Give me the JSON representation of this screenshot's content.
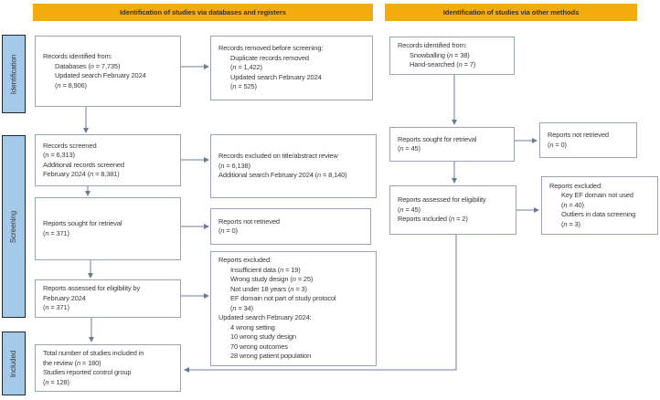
{
  "headers": {
    "databases": "Identification of studies via databases and registers",
    "other": "Identification of studies via other methods"
  },
  "stages": {
    "identification": "Identification",
    "screening": "Screening",
    "included": "Included"
  },
  "colors": {
    "header_bg": "#F5AB0E",
    "stage_fill": "#A5C9E9",
    "stage_border": "#23272E",
    "box_border": "#99A3B3",
    "arrow": "#6F7B93",
    "text": "#3A3A3A"
  },
  "boxes": {
    "records_identified_db": {
      "lines": [
        "Records identified from:",
        "Databases (n = 7,735)",
        "Updated search February 2024",
        "(n = 8,906)"
      ]
    },
    "records_removed": {
      "lines": [
        "Records removed before screening:",
        "Duplicate records removed",
        "(n = 1,422)",
        "Updated search February 2024",
        "(n = 525)"
      ]
    },
    "records_screened": {
      "lines": [
        "Records screened",
        "(n = 6,313)",
        "Additional records screened",
        "February 2024 (n = 8,381)"
      ]
    },
    "records_excluded_title_abstract": {
      "lines": [
        "Records excluded on title/abstract review",
        "(n = 6,138)",
        "Additional search February 2024 (n = 8,140)"
      ]
    },
    "reports_sought_db": {
      "lines": [
        "Reports sought for retrieval",
        "(n = 371)"
      ]
    },
    "reports_not_retrieved_db": {
      "lines": [
        "Reports not retrieved",
        "(n = 0)"
      ]
    },
    "reports_assessed_db": {
      "lines": [
        "Reports assessed for eligibility by",
        "February 2024",
        "(n = 371)"
      ]
    },
    "reports_excluded_db": {
      "lines": [
        "Reports excluded:",
        "Insufficient data (n = 19)",
        "Wrong study design (n = 25)",
        "Not under 18 years (n = 3)",
        "EF domain not part of study protocol",
        "(n = 34)",
        "Updated search February 2024:",
        "4 wrong setting",
        "10 wrong study design",
        "70 wrong outcomes",
        "28 wrong patient population"
      ]
    },
    "total_included": {
      "lines": [
        "Total number of studies included in",
        "the review (n = 180)",
        "Studies reported control group",
        "(n = 128)"
      ]
    },
    "records_identified_other": {
      "lines": [
        "Records identified from:",
        "Snowballing (n = 38)",
        "Hand-searched (n = 7)"
      ]
    },
    "reports_sought_other": {
      "lines": [
        "Reports sought for retrieval",
        "(n = 45)"
      ]
    },
    "reports_not_retrieved_other": {
      "lines": [
        "Reports not retrieved",
        "(n = 0)"
      ]
    },
    "reports_assessed_other": {
      "lines": [
        "Reports assessed for eligibility",
        "(n = 45)",
        "Reports included (n = 2)"
      ]
    },
    "reports_excluded_other": {
      "lines": [
        "Reports excluded:",
        "Key EF domain not used",
        "(n = 40)",
        "Outliers in data screening",
        "(n = 3)"
      ]
    }
  }
}
